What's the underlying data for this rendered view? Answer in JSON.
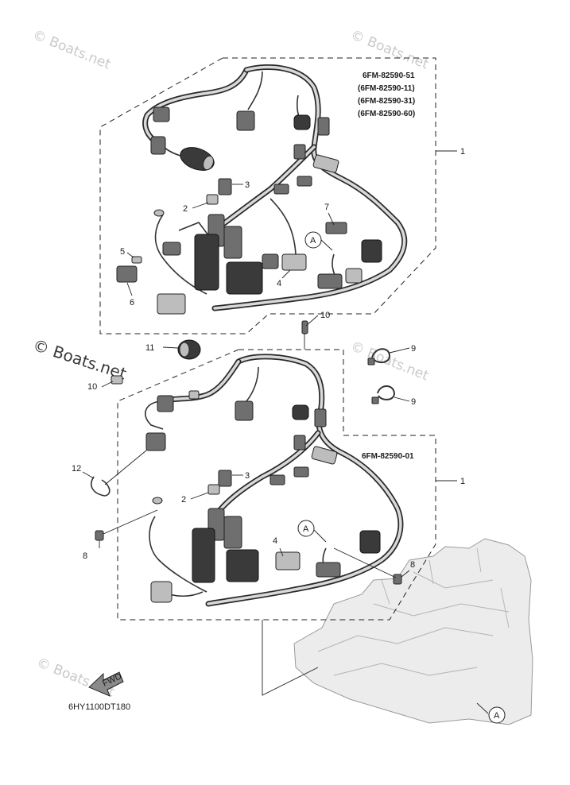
{
  "upper_section": {
    "part_numbers": [
      "6FM-82590-51",
      "(6FM-82590-11)",
      "(6FM-82590-31)",
      "(6FM-82590-60)"
    ]
  },
  "lower_section": {
    "part_number": "6FM-82590-01"
  },
  "callouts": {
    "c1": "1",
    "c2": "2",
    "c3": "3",
    "c4": "4",
    "c5": "5",
    "c6": "6",
    "c7": "7",
    "c8": "8",
    "c9": "9",
    "c10": "10",
    "c11": "11",
    "c12": "12",
    "cA": "A"
  },
  "watermark": "© Boats.net",
  "fwd_label": "FWD",
  "diagram_code": "6HY1100DT180"
}
